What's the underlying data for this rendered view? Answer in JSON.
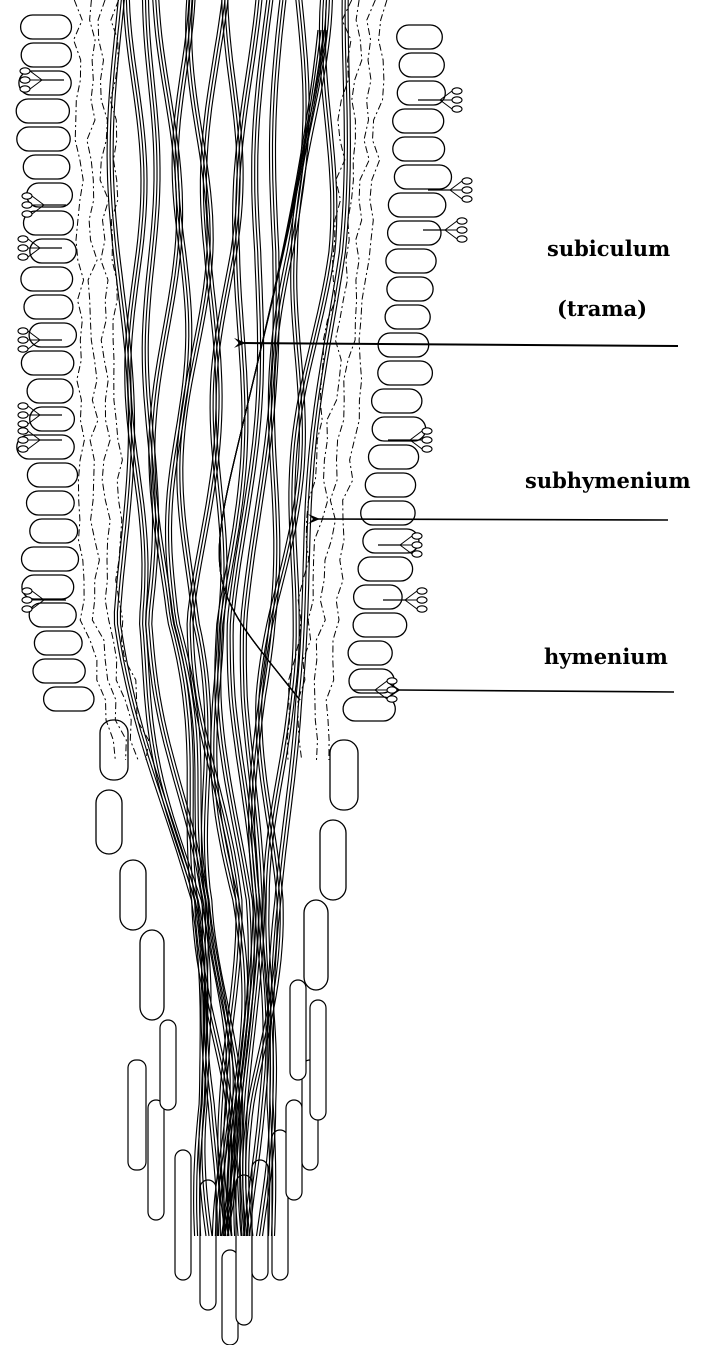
{
  "labels": {
    "subiculum": "subiculum",
    "trama": "(trama)",
    "subhymenium": "subhymenium",
    "hymenium": "hymenium"
  },
  "colors": {
    "ink": "#000000",
    "paper": "#ffffff"
  }
}
